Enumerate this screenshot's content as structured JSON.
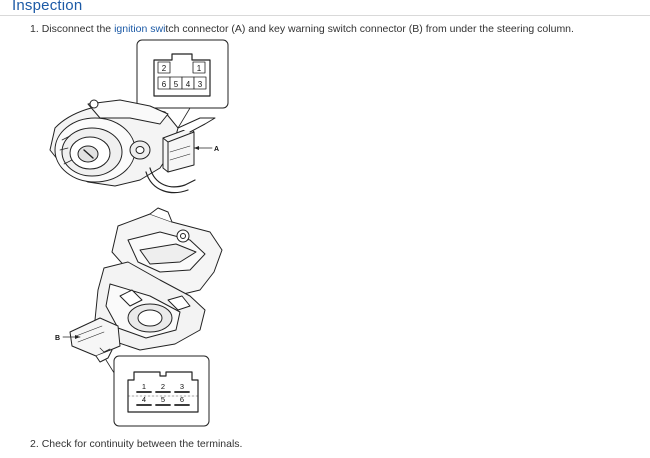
{
  "section": {
    "heading": "Inspection"
  },
  "steps": [
    {
      "number": "1.",
      "text_before": "Disconnect the ",
      "link_text": "ignition swi",
      "text_after": "tch connector (A) and key warning switch connector (B) from under the steering column."
    },
    {
      "number": "2.",
      "text": "Check for continuity between the terminals."
    }
  ],
  "figure": {
    "connector_a": {
      "callout": "A",
      "pins_top": [
        "2",
        "1"
      ],
      "pins_bottom": [
        "6",
        "5",
        "4",
        "3"
      ]
    },
    "connector_b": {
      "callout": "B",
      "pins_top": [
        "1",
        "2",
        "3"
      ],
      "pins_bottom": [
        "4",
        "5",
        "6"
      ]
    }
  }
}
